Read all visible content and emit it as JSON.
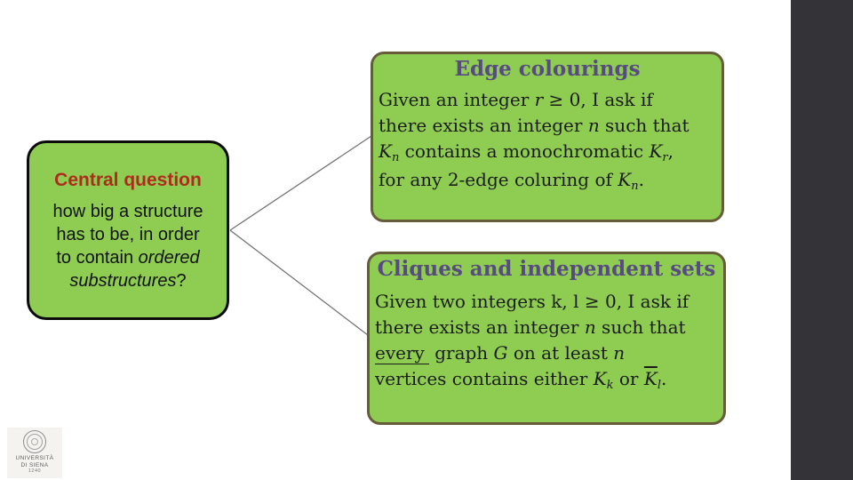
{
  "colors": {
    "green": "#8ecd51",
    "box-border": "#675c3a",
    "central-border": "#0b0b0b",
    "purple": "#574b82",
    "red": "#ad2d1d",
    "sidebar": "#343338",
    "connector": "#6e6e6e",
    "text": "#1b1b1b"
  },
  "central_box": {
    "title": "Central question",
    "line1": "how big a structure",
    "line2": "has to be, in order",
    "line3a": "to contain ",
    "line3b": "ordered",
    "line4a": "substructures",
    "line4b": "?"
  },
  "edge_box": {
    "title": "Edge colourings",
    "l1": [
      "Given an integer ",
      "r",
      " ≥ 0, I ask if"
    ],
    "l2": [
      "there exists an integer ",
      "n",
      " such that"
    ],
    "l3": [
      "K",
      "n",
      " contains a monochromatic ",
      "K",
      "r",
      ","
    ],
    "l4": [
      "for any 2-edge coluring of ",
      "K",
      "n",
      "."
    ]
  },
  "cliques_box": {
    "title": "Cliques and independent sets",
    "l1": "Given two integers k, l ≥ 0, I ask if",
    "l2": [
      "there exists an integer ",
      "n",
      " such that"
    ],
    "l3": [
      "every",
      " graph ",
      "G",
      " on at least ",
      "n"
    ],
    "l4": [
      "vertices contains either ",
      "K",
      "k",
      " or ",
      "K",
      "l",
      "."
    ]
  },
  "logo": {
    "institution_line1": "UNIVERSITÀ",
    "institution_line2": "DI SIENA",
    "year": "1240"
  }
}
